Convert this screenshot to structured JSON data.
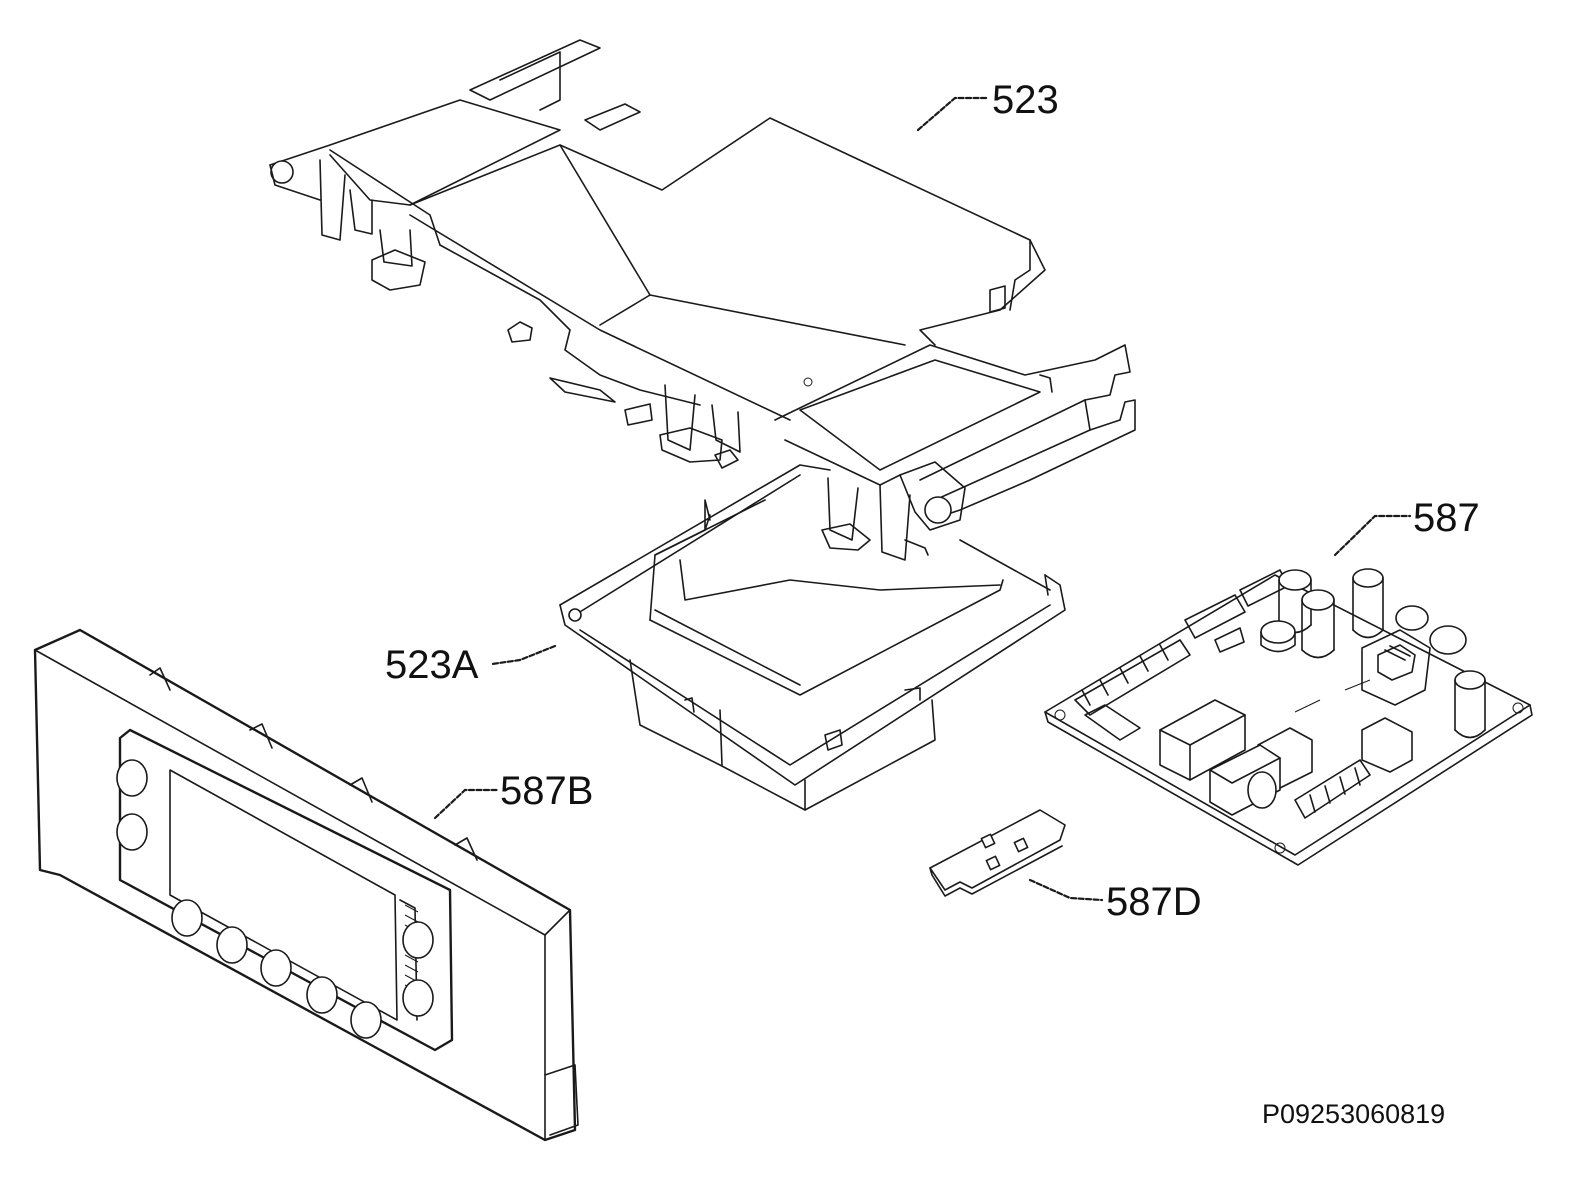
{
  "labels": {
    "p523": "523",
    "p523a": "523A",
    "p587": "587",
    "p587b": "587B",
    "p587d": "587D"
  },
  "drawing_code": "P09253060819",
  "colors": {
    "line": "#1a1a1a",
    "background": "#ffffff"
  }
}
